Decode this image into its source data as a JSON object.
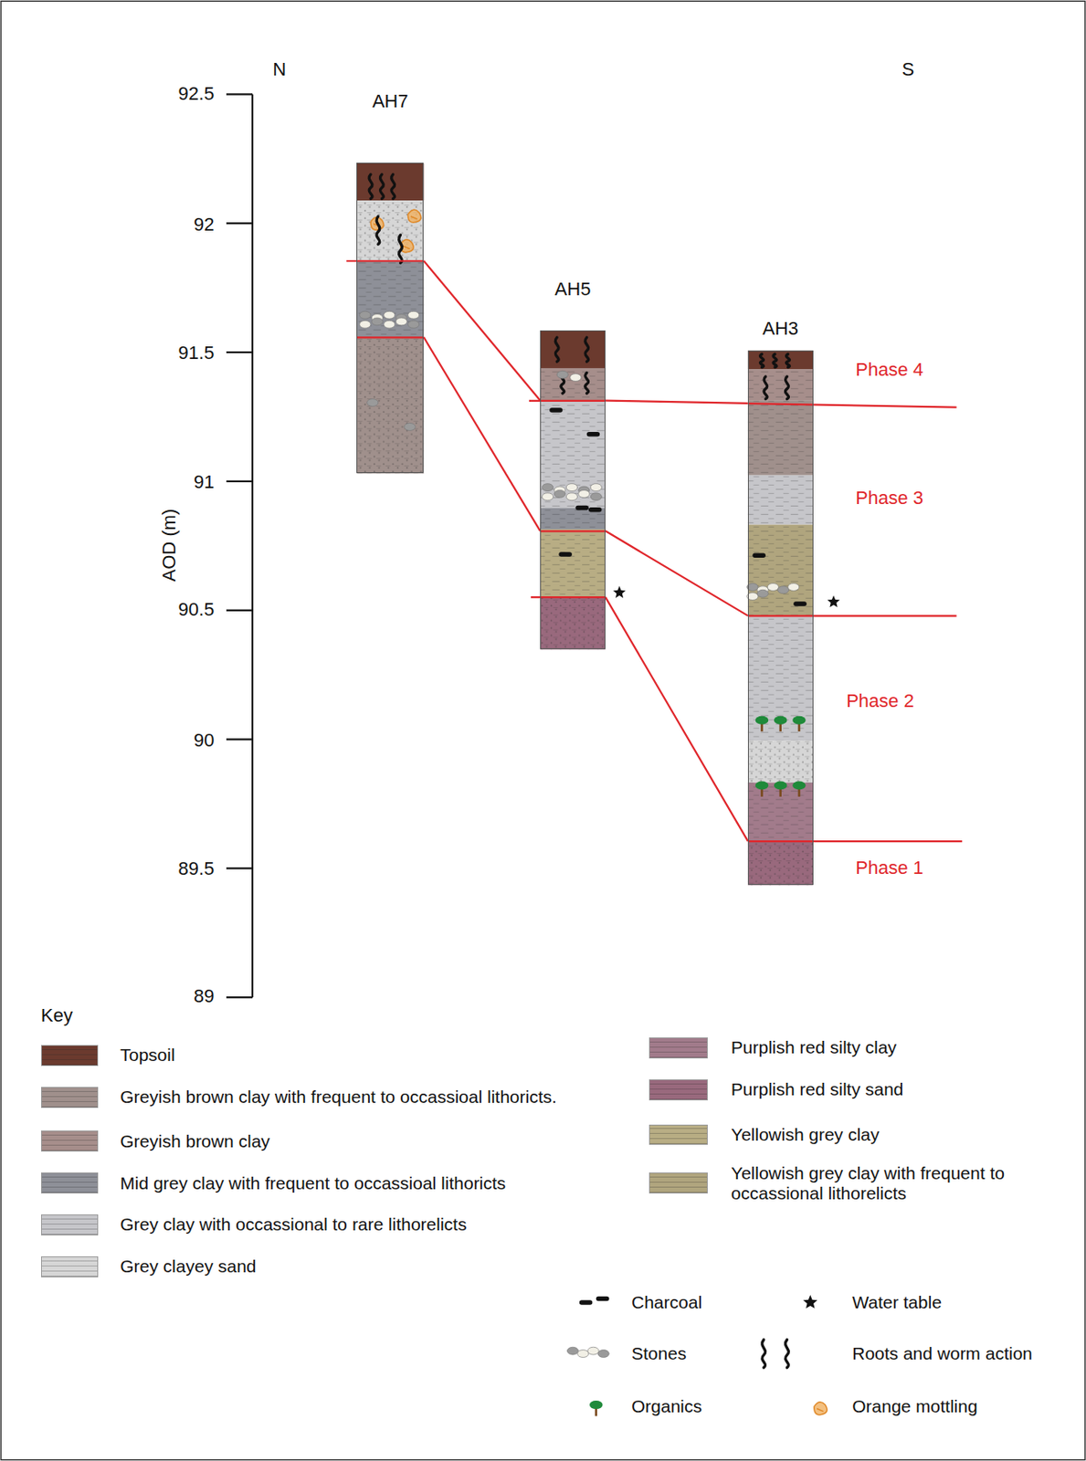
{
  "diagram": {
    "nodes": [
      {
        "text": [
          "AH7"
        ]
      },
      {
        "text": [
          "AH5"
        ]
      },
      {
        "text": [
          "AH3"
        ]
      }
    ],
    "edges": [
      {
        "from": 0,
        "to": 1,
        "arrow": "none"
      },
      {
        "from": 0,
        "to": 1,
        "arrow": "none"
      },
      {
        "from": 1,
        "to": 2,
        "arrow": "none"
      },
      {
        "from": 1,
        "to": 2,
        "arrow": "none"
      },
      {
        "from": 1,
        "to": 2,
        "arrow": "none"
      }
    ],
    "labels": [
      "N",
      "S",
      "92.5",
      "92",
      "91.5",
      "91",
      "90.5",
      "90",
      "89.5",
      "89",
      "AOD (m)",
      "Phase 4",
      "Phase 3",
      "Phase 2",
      "Phase 1",
      "Key"
    ],
    "legend": [
      {
        "text": "Topsoil",
        "color": "#6b3a2e"
      },
      {
        "text": "Greyish brown clay with frequent to occassioal lithoricts.",
        "color": "#a0908c"
      },
      {
        "text": "Greyish brown clay",
        "color": "#a68e8b"
      },
      {
        "text": "Mid grey clay with frequent to occassioal lithoricts",
        "color": "#8e9098"
      },
      {
        "text": "Grey clay with occassional to rare lithorelicts",
        "color": "#c6c6ca"
      },
      {
        "text": "Grey clayey sand",
        "color": "#d6d6d6"
      },
      {
        "text": "Purplish red silty clay",
        "color": "#a27b8b"
      },
      {
        "text": "Purplish red silty sand",
        "color": "#99697d"
      },
      {
        "text": "Yellowish grey clay",
        "color": "#b8ad84"
      },
      {
        "text": "Yellowish grey clay with frequent to occassional lithorelicts",
        "color": "#b0a57e"
      },
      {
        "text": "Charcoal"
      },
      {
        "text": "Water table"
      },
      {
        "text": "Stones"
      },
      {
        "text": "Roots and worm action"
      },
      {
        "text": "Organics"
      },
      {
        "text": "Orange mottling"
      }
    ]
  }
}
